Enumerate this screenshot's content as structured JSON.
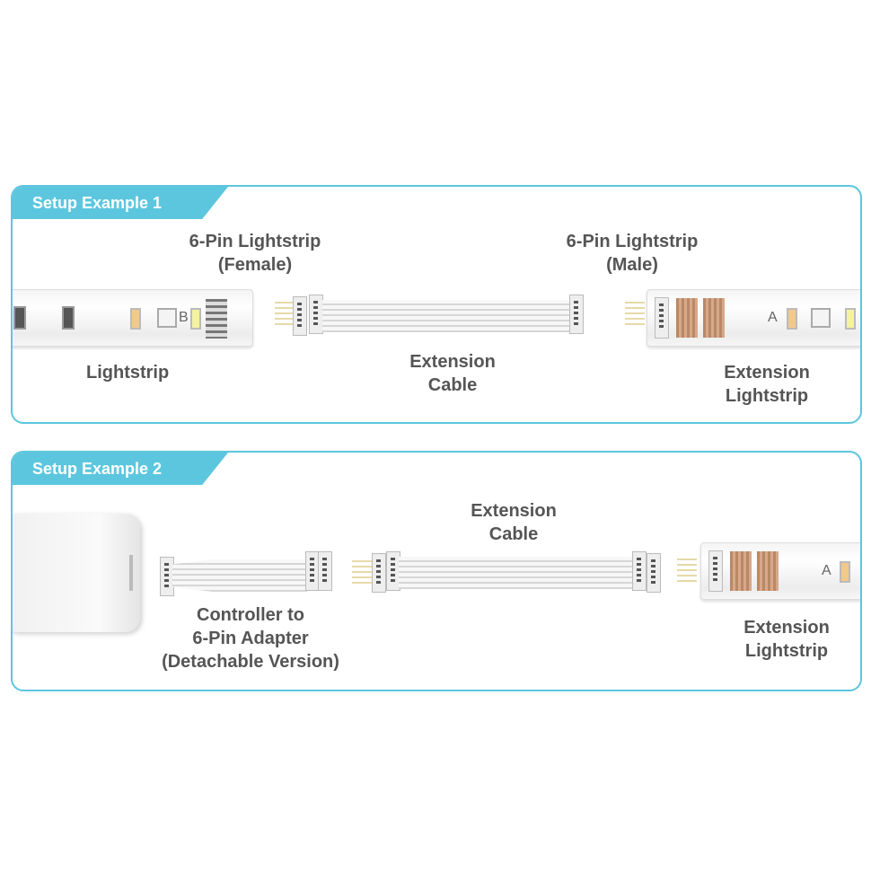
{
  "accent_color": "#5cc6de",
  "example1": {
    "title": "Setup Example 1",
    "female_label_line1": "6-Pin Lightstrip",
    "female_label_line2": "(Female)",
    "male_label_line1": "6-Pin Lightstrip",
    "male_label_line2": "(Male)",
    "lightstrip_label": "Lightstrip",
    "cable_label_line1": "Extension",
    "cable_label_line2": "Cable",
    "ext_label_line1": "Extension",
    "ext_label_line2": "Lightstrip",
    "marker_b": "B",
    "marker_a": "A"
  },
  "example2": {
    "title": "Setup Example 2",
    "cable_label_line1": "Extension",
    "cable_label_line2": "Cable",
    "adapter_label_line1": "Controller to",
    "adapter_label_line2": "6-Pin Adapter",
    "adapter_label_line3": "(Detachable Version)",
    "ext_label_line1": "Extension",
    "ext_label_line2": "Lightstrip",
    "marker_a": "A"
  }
}
